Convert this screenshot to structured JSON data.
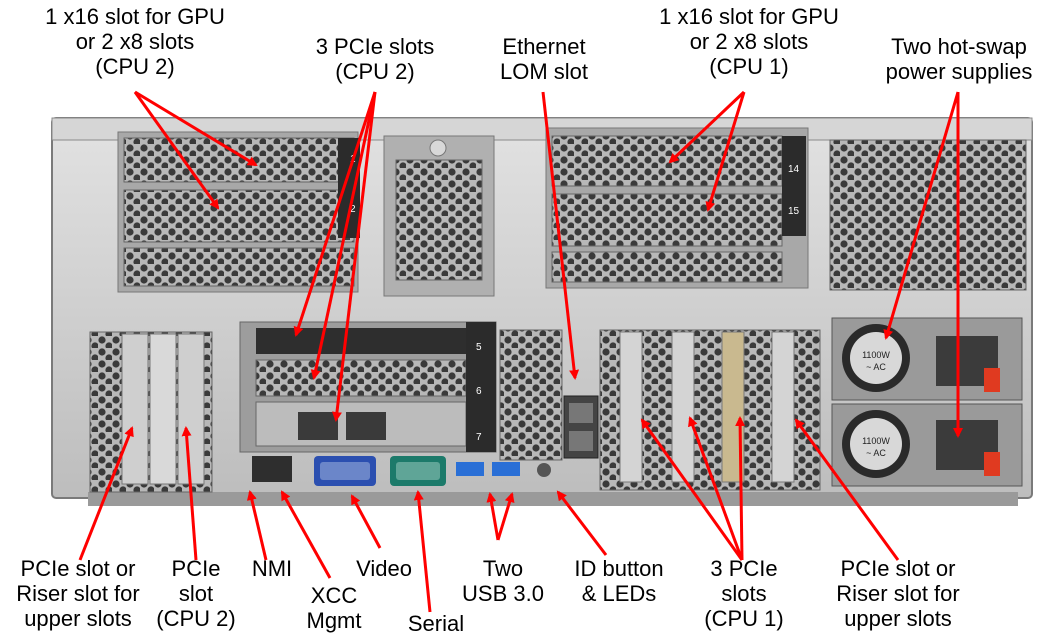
{
  "labels": {
    "gpu_cpu2": "1 x16 slot for GPU\nor 2 x8 slots\n(CPU 2)",
    "pcie3_cpu2": "3 PCIe slots\n(CPU 2)",
    "ethernet_lom": "Ethernet\nLOM slot",
    "gpu_cpu1": "1 x16 slot for GPU\nor 2 x8 slots\n(CPU 1)",
    "psu": "Two hot-swap\npower supplies",
    "pcie_riser_left": "PCIe slot or\nRiser slot for\nupper slots",
    "pcie_cpu2": "PCIe\nslot\n(CPU 2)",
    "nmi": "NMI",
    "xcc": "XCC\nMgmt",
    "video": "Video",
    "serial": "Serial",
    "usb": "Two\nUSB 3.0",
    "id_button": "ID button\n& LEDs",
    "pcie3_cpu1": "3 PCIe\nslots\n(CPU 1)",
    "pcie_riser_right": "PCIe slot or\nRiser slot for\nupper slots"
  },
  "slot_numbers": {
    "s1": "1",
    "s2": "2",
    "s14": "14",
    "s15": "15",
    "s5": "5",
    "s6": "6",
    "s7": "7"
  },
  "psu_rating": {
    "top": "1100W",
    "bottom": "1100W",
    "ac": "~ AC"
  },
  "colors": {
    "arrow": "#ff0000",
    "chassis": "#c9c9c9",
    "chassis_dark": "#8a8a8a",
    "usb": "#2a6fd6",
    "video_port": "#2b4fb0",
    "serial_port": "#1c7a6a"
  }
}
